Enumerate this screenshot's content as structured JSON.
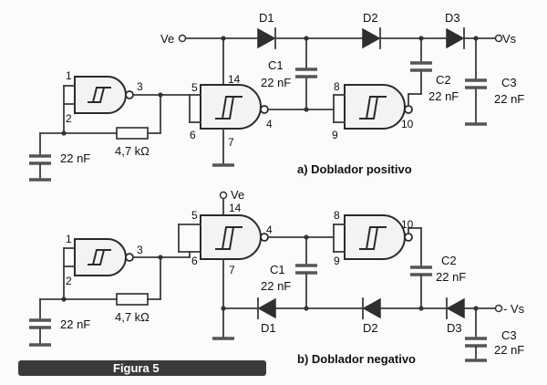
{
  "figure": {
    "label": "Figura 5"
  },
  "circuit_a": {
    "title": "a) Doblador positivo",
    "input": "Ve",
    "output": "Vs",
    "diodes": [
      "D1",
      "D2",
      "D3"
    ],
    "capacitors": [
      {
        "name": "C1",
        "value": "22 nF"
      },
      {
        "name": "C2",
        "value": "22 nF"
      },
      {
        "name": "C3",
        "value": "22 nF"
      }
    ],
    "timing_cap": "22 nF",
    "resistor": "4,7 kΩ",
    "pins": [
      "1",
      "2",
      "3",
      "5",
      "6",
      "14",
      "7",
      "4",
      "8",
      "9",
      "10"
    ]
  },
  "circuit_b": {
    "title": "b) Doblador negativo",
    "input": "Ve",
    "output": "- Vs",
    "diodes": [
      "D1",
      "D2",
      "D3"
    ],
    "capacitors": [
      {
        "name": "C1",
        "value": "22 nF"
      },
      {
        "name": "C2",
        "value": "22 nF"
      },
      {
        "name": "C3",
        "value": "22 nF"
      }
    ],
    "timing_cap": "22 nF",
    "resistor": "4,7 kΩ",
    "pins": [
      "1",
      "2",
      "3",
      "5",
      "14",
      "6",
      "7",
      "4",
      "8",
      "9",
      "10"
    ]
  }
}
